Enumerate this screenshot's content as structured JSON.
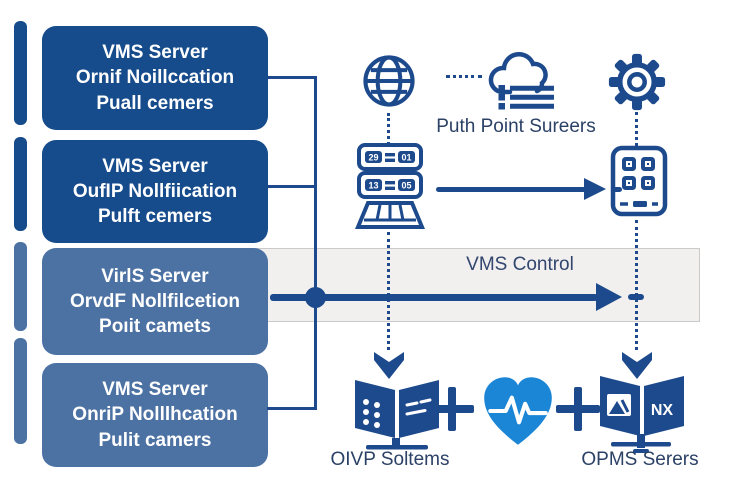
{
  "diagram": {
    "left_boxes": [
      {
        "line1": "VMS Server",
        "line2": "Ornif Noillccation",
        "line3": "Puall cemers"
      },
      {
        "line1": "VMS Server",
        "line2": "OufIP Nollfiication",
        "line3": "Pulft cemers"
      },
      {
        "line1": "VirlS Server",
        "line2": "OrvdF Nollfilcetion",
        "line3": "Poıit camets"
      },
      {
        "line1": "VMS Server",
        "line2": "OnriP Nolllhcation",
        "line3": "Pulit camers"
      }
    ],
    "labels": {
      "push_point_servers": "Puth Point Sureers",
      "vms_control": "VMS Control",
      "oivp_systems": "OIVP Soltems",
      "opms_servers": "OPMS Serers"
    },
    "server_rack": {
      "row1_left": "29",
      "row1_right": "01",
      "row2_left": "13",
      "row2_right": "05"
    },
    "nx_book_label": "NX",
    "icons": [
      "globe-icon",
      "cloud-list-icon",
      "gear-icon",
      "server-rack-icon",
      "tablet-apps-icon",
      "down-arrowhead-icon",
      "open-book-dots-icon",
      "heart-pulse-icon",
      "open-book-nx-icon",
      "plus-icon"
    ],
    "colors": {
      "dark_box": "#164b8c",
      "light_box": "#4c71a3",
      "icon_navy": "#1d4a8c",
      "heart_blue": "#1b85d6",
      "band_fill": "#f1f0ee",
      "band_border": "#cacaca",
      "label_text": "#2b4166"
    }
  }
}
